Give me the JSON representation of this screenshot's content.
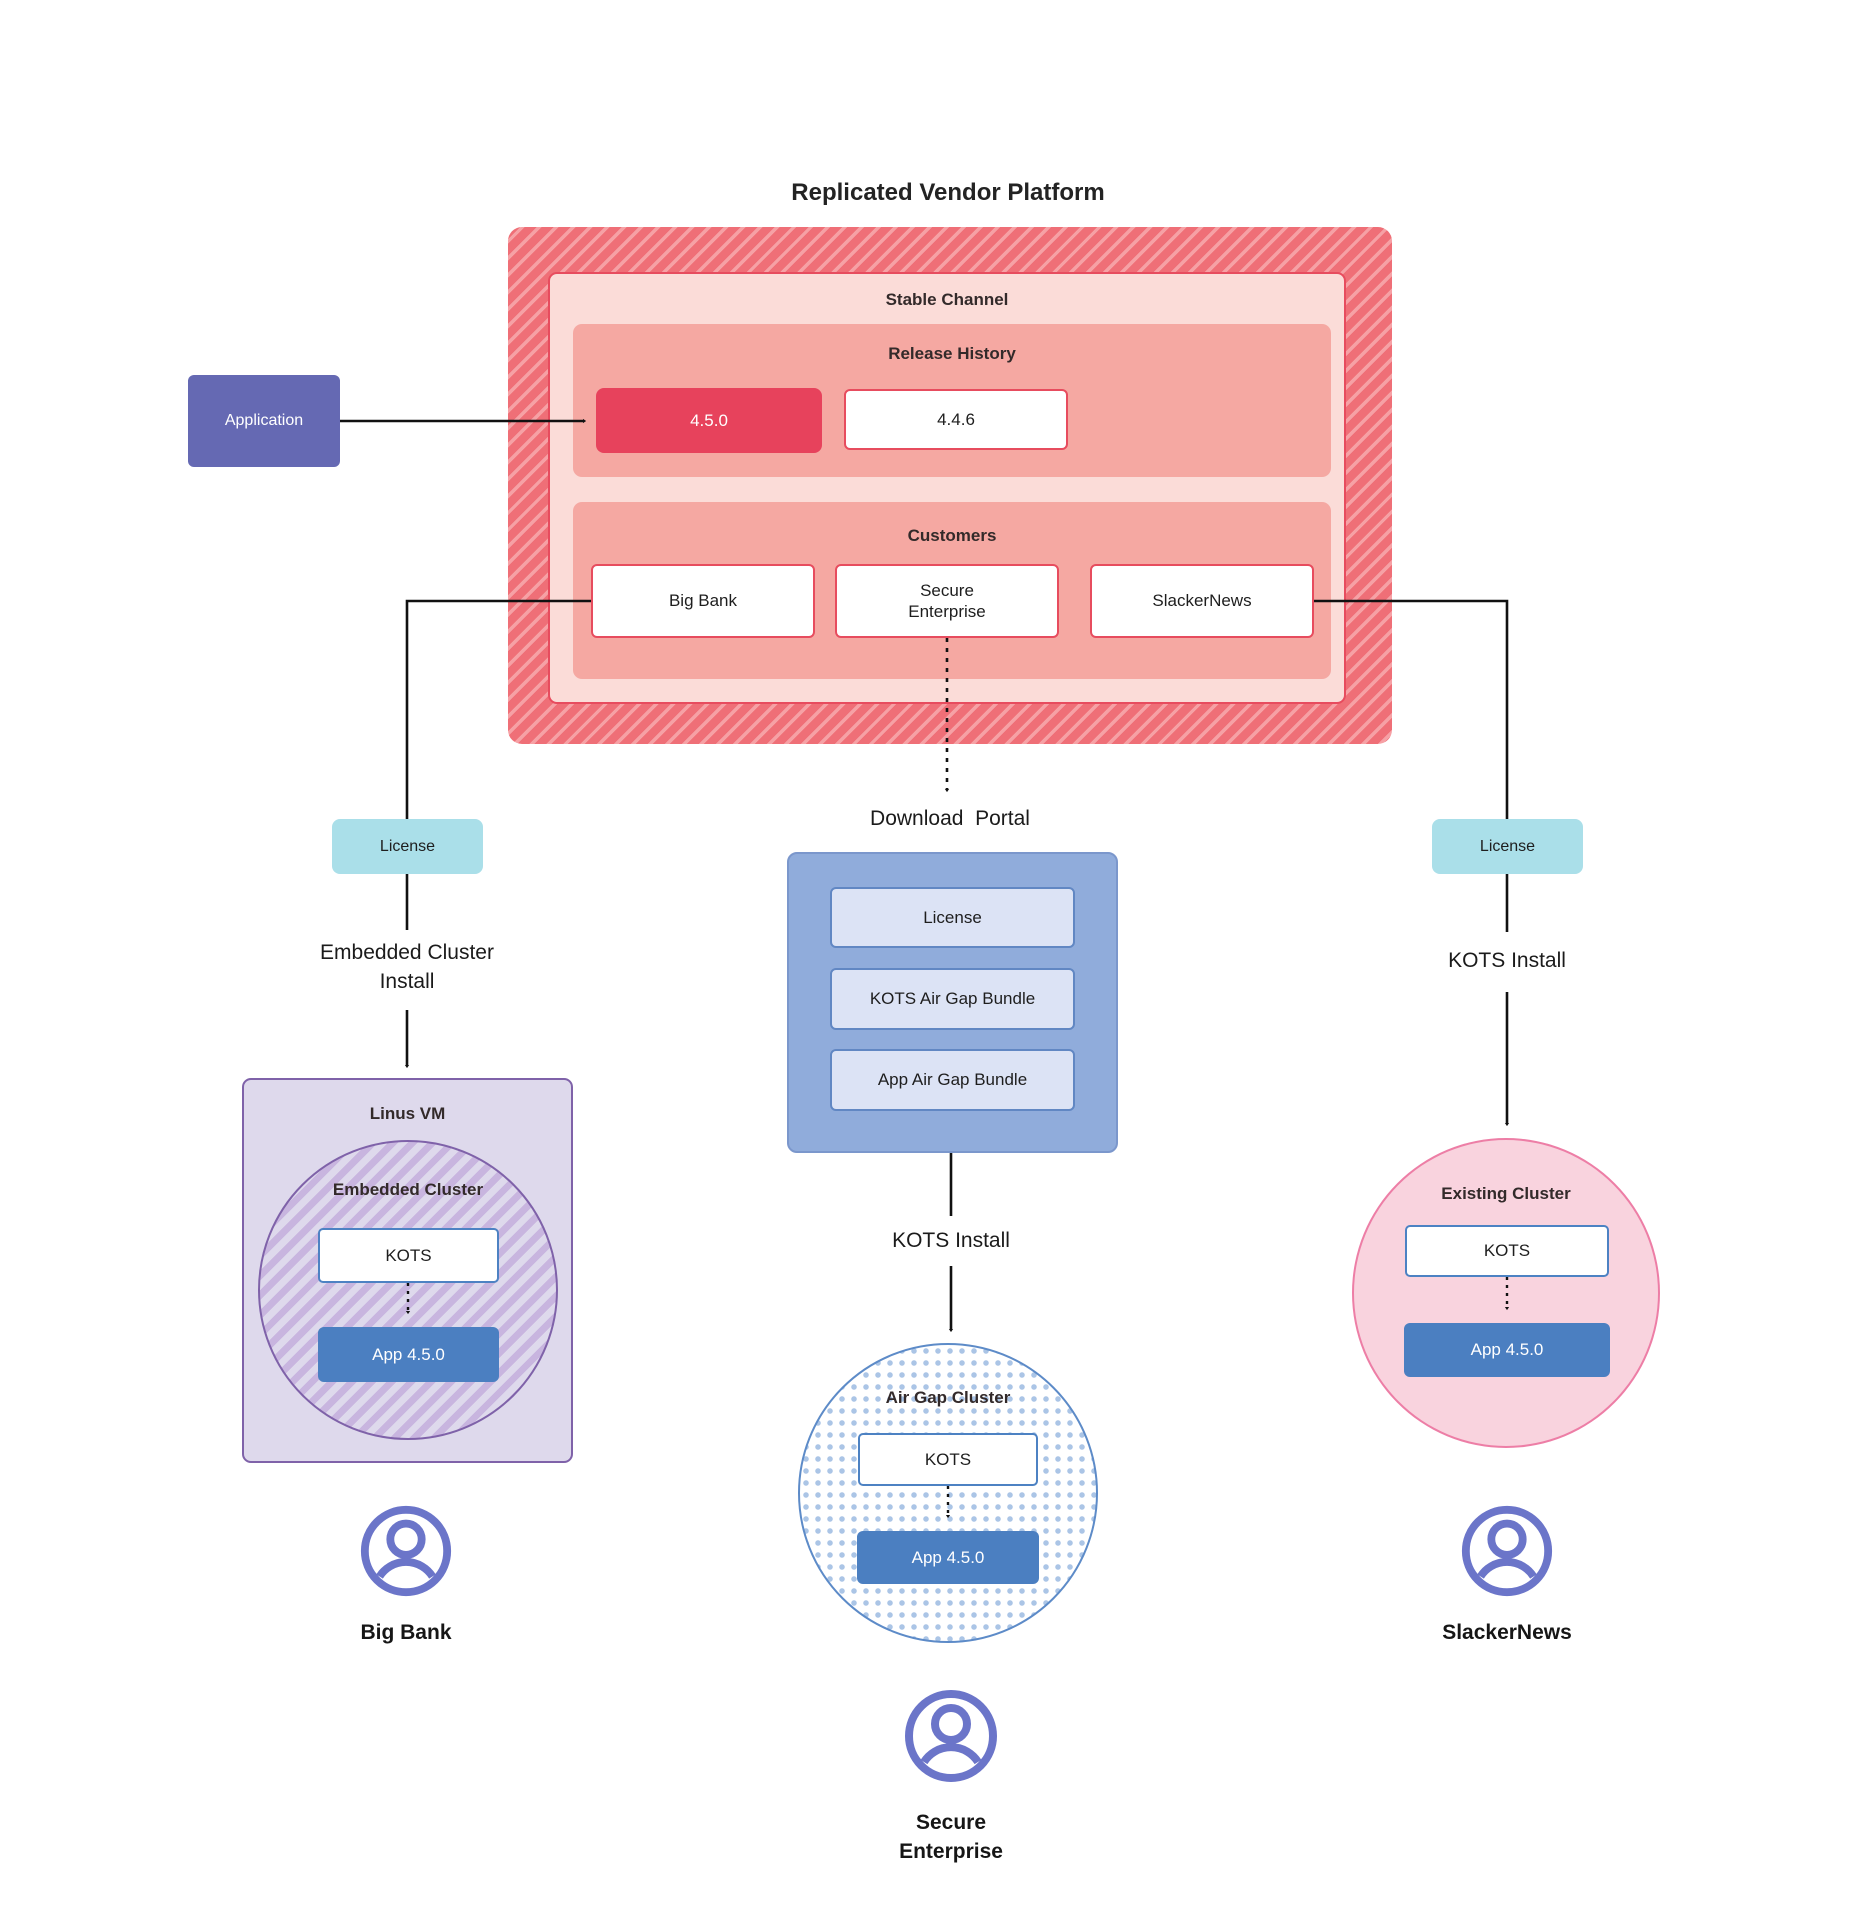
{
  "title": "Replicated Vendor Platform",
  "colors": {
    "red_base": "#ef6f77",
    "red_stripe": "#f6a1a5",
    "channel_bg": "#fbdcd8",
    "channel_border": "#e74c5e",
    "group_bg": "#f5a8a2",
    "release_highlight": "#e7425c",
    "app_purple": "#6569b3",
    "license_cyan": "#aadfe9",
    "portal_blue": "#90acdb",
    "portal_item_bg": "#dce3f5",
    "portal_item_border": "#6187c3",
    "vm_bg": "#ded9ec",
    "vm_border": "#7f62a9",
    "vm_stripe": "#c8b5df",
    "kots_border": "#4d82c3",
    "app_box_blue": "#4b7fc1",
    "airgap_border": "#5d8bc8",
    "airgap_dot": "#abc5e6",
    "existing_bg": "#f9d3de",
    "existing_border": "#ed7ea6",
    "user_icon": "#6b75c9"
  },
  "application": {
    "label": "Application"
  },
  "platform": {
    "stable_channel_label": "Stable Channel",
    "release_history": {
      "label": "Release History",
      "releases": [
        {
          "version": "4.5.0"
        },
        {
          "version": "4.4.6"
        }
      ]
    },
    "customers": {
      "label": "Customers",
      "items": [
        {
          "name": "Big Bank"
        },
        {
          "name": "Secure Enterprise"
        },
        {
          "name": "SlackerNews"
        }
      ]
    }
  },
  "left_flow": {
    "license_label": "License",
    "install_label": "Embedded Cluster Install",
    "vm_title": "Linus VM",
    "cluster_title": "Embedded Cluster",
    "kots_label": "KOTS",
    "app_label": "App 4.5.0",
    "user_label": "Big Bank"
  },
  "center_flow": {
    "portal_title": "Download  Portal",
    "portal_items": [
      {
        "label": "License"
      },
      {
        "label": "KOTS Air Gap Bundle"
      },
      {
        "label": "App Air Gap Bundle"
      }
    ],
    "install_label": "KOTS Install",
    "cluster_title": "Air Gap Cluster",
    "kots_label": "KOTS",
    "app_label": "App 4.5.0",
    "user_label": "Secure Enterprise"
  },
  "right_flow": {
    "license_label": "License",
    "install_label": "KOTS Install",
    "cluster_title": "Existing Cluster",
    "kots_label": "KOTS",
    "app_label": "App 4.5.0",
    "user_label": "SlackerNews"
  }
}
